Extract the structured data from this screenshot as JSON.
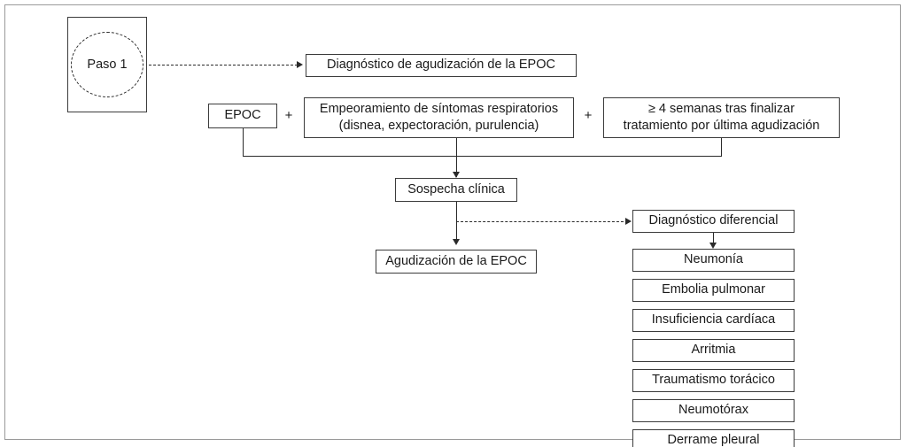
{
  "diagram": {
    "title": "Diagnostico de agudizacion de la EPOC - algoritmo",
    "colors": {
      "background": "#ffffff",
      "box_border": "#3b3b3b",
      "frame_border": "#9a9a9a",
      "line": "#2a2a2a",
      "text": "#1a1a1a"
    },
    "step": {
      "label": "Paso 1"
    },
    "nodes": {
      "diagnostico_agudizacion": "Diagnóstico de agudización de la EPOC",
      "epoc": "EPOC",
      "plus_1": "+",
      "plus_2": "+",
      "empeoramiento_line1": "Empeoramiento de síntomas respiratorios",
      "empeoramiento_line2": "(disnea, expectoración, purulencia)",
      "semanas_line1": "≥ 4 semanas tras finalizar",
      "semanas_line2": "tratamiento por última agudización",
      "sospecha_clinica": "Sospecha clínica",
      "agudizacion_epoc": "Agudización de la EPOC",
      "diagnostico_diferencial": "Diagnóstico diferencial"
    },
    "differential_list": [
      "Neumonía",
      "Embolia pulmonar",
      "Insuficiencia cardíaca",
      "Arritmia",
      "Traumatismo torácico",
      "Neumotórax",
      "Derrame pleural"
    ]
  }
}
